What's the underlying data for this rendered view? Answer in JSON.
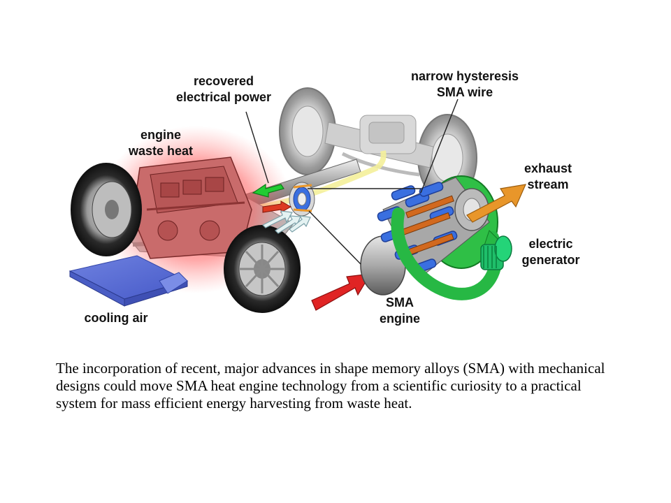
{
  "labels": {
    "recovered_power": [
      "recovered",
      "electrical power"
    ],
    "narrow_hysteresis": [
      "narrow hysteresis",
      "SMA wire"
    ],
    "engine_waste_heat": [
      "engine",
      "waste heat"
    ],
    "exhaust_stream": [
      "exhaust",
      "stream"
    ],
    "electric_generator": [
      "electric",
      "generator"
    ],
    "cooling_air": "cooling air",
    "sma_engine": [
      "SMA",
      "engine"
    ]
  },
  "caption": "The incorporation of recent, major advances in shape memory alloys (SMA) with mechanical designs could move SMA heat engine technology from a scientific curiosity to a practical system for mass efficient energy harvesting from waste heat.",
  "colors": {
    "heat_glow": "#ff5050",
    "exhaust_arrow": "#e8962a",
    "cooling_air_block": "#5a6fd6",
    "flow_arrow_green": "#22cc33",
    "hot_arrow_red": "#dd2222",
    "coil_blue": "#3a6fe0",
    "coil_orange": "#d2691e",
    "sma_ring_green": "#27b844",
    "generator_green": "#1fbf6a"
  }
}
